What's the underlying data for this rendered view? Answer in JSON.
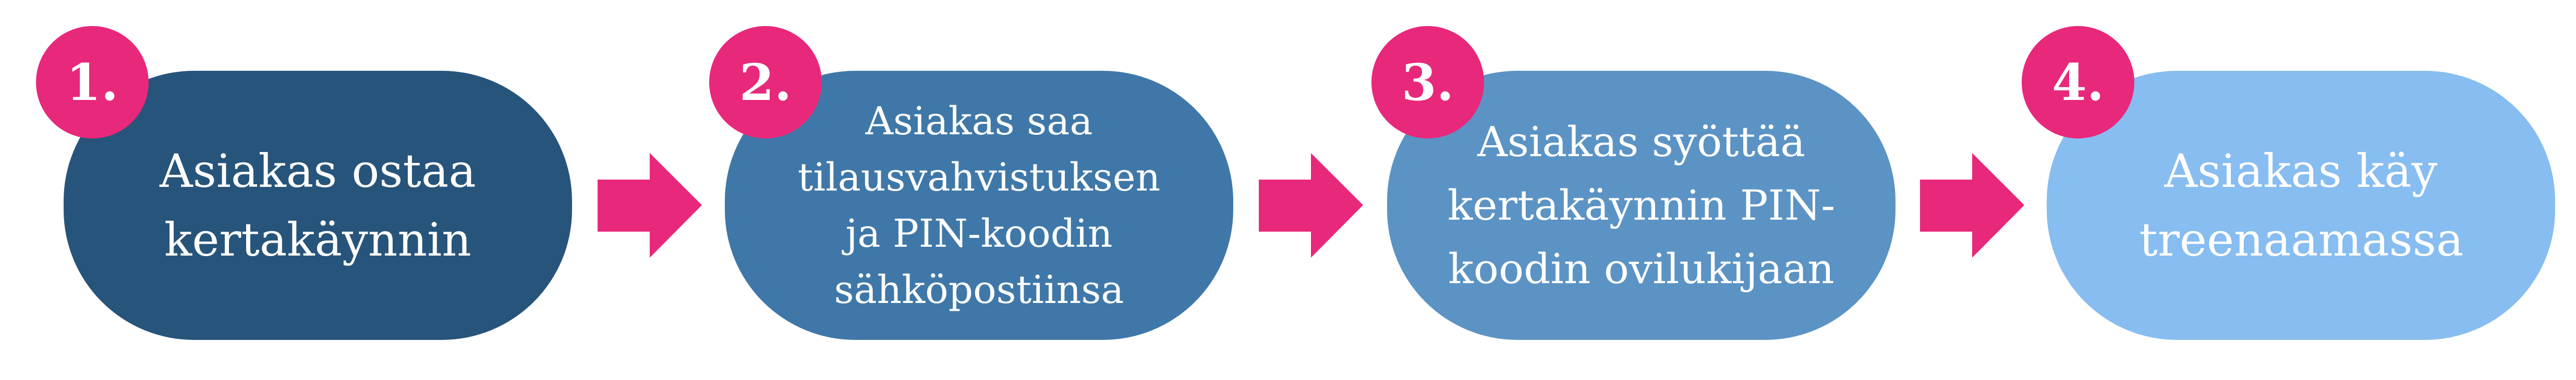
{
  "colors": {
    "accent": "#e8287a",
    "step1": "#27547a",
    "step2": "#3f78a8",
    "step3": "#5b93c4",
    "step4": "#87bdf0"
  },
  "steps": [
    {
      "number": "1.",
      "text": "Asiakas ostaa kertakäynnin"
    },
    {
      "number": "2.",
      "text": "Asiakas saa tilausvahvistuksen ja PIN-koodin sähköpostiinsa"
    },
    {
      "number": "3.",
      "text": "Asiakas syöttää kertakäynnin PIN-koodin ovilukijaan"
    },
    {
      "number": "4.",
      "text": "Asiakas käy treenaamassa"
    }
  ]
}
